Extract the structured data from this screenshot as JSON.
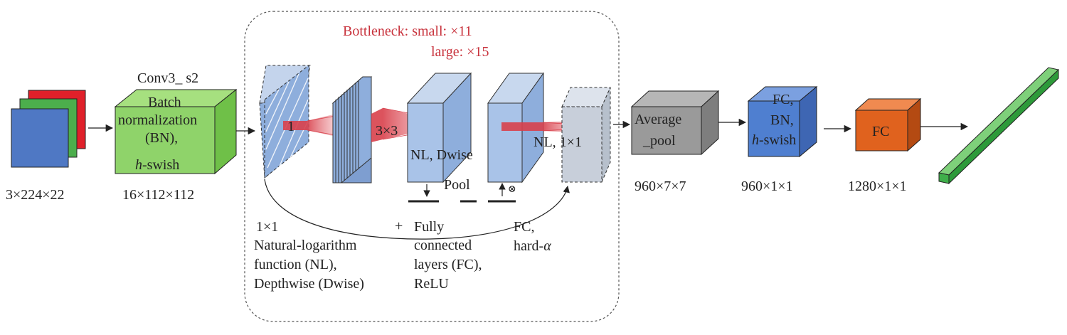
{
  "bottleneck": {
    "title_line1": "Bottleneck: small: ×11",
    "title_line2": "large: ×15"
  },
  "input": {
    "dims": "3×224×22"
  },
  "conv": {
    "top_label": "Conv3_ s2",
    "line1": "Batch",
    "line2": "normalization",
    "line3": "(BN),",
    "line4_italic": "h",
    "line4_rest": "-swish",
    "dims": "16×112×112"
  },
  "block_labels": {
    "k1": "1",
    "k3": "3×3",
    "nl_dwise": "NL, Dwise",
    "nl_1x1": "NL, 1×1",
    "pool": "Pool",
    "mult": "⊗"
  },
  "legend": {
    "c1_l1": "1×1",
    "c1_l2": "Natural-logarithm",
    "c1_l3": "function (NL),",
    "c1_l4": "Depthwise (Dwise)",
    "plus": "+",
    "c2_l1": "Fully",
    "c2_l2": "connected",
    "c2_l3": "layers (FC),",
    "c2_l4": "ReLU",
    "c3_l1": "FC,",
    "c3_l2_pre": "hard-",
    "c3_l2_alpha": "α"
  },
  "avgpool": {
    "line1": "Average",
    "line2": "_pool",
    "dims": "960×7×7"
  },
  "fc_bn": {
    "line1": "FC,",
    "line2": "BN,",
    "line3_italic": "h",
    "line3_rest": "-swish",
    "dims": "960×1×1"
  },
  "fc": {
    "label": "FC",
    "dims": "1280×1×1"
  },
  "colors": {
    "blue": "#4f78c4",
    "red": "#e0202a",
    "green": "#4cae4c",
    "conv_green": "#8fd36a",
    "block_blue": "#a9c3e8",
    "gray": "#9a9a9a",
    "fc_blue": "#4f7fd0",
    "fc_orange": "#e0621e",
    "bar_green": "#3fae4a",
    "accent_red": "#c8323c"
  }
}
